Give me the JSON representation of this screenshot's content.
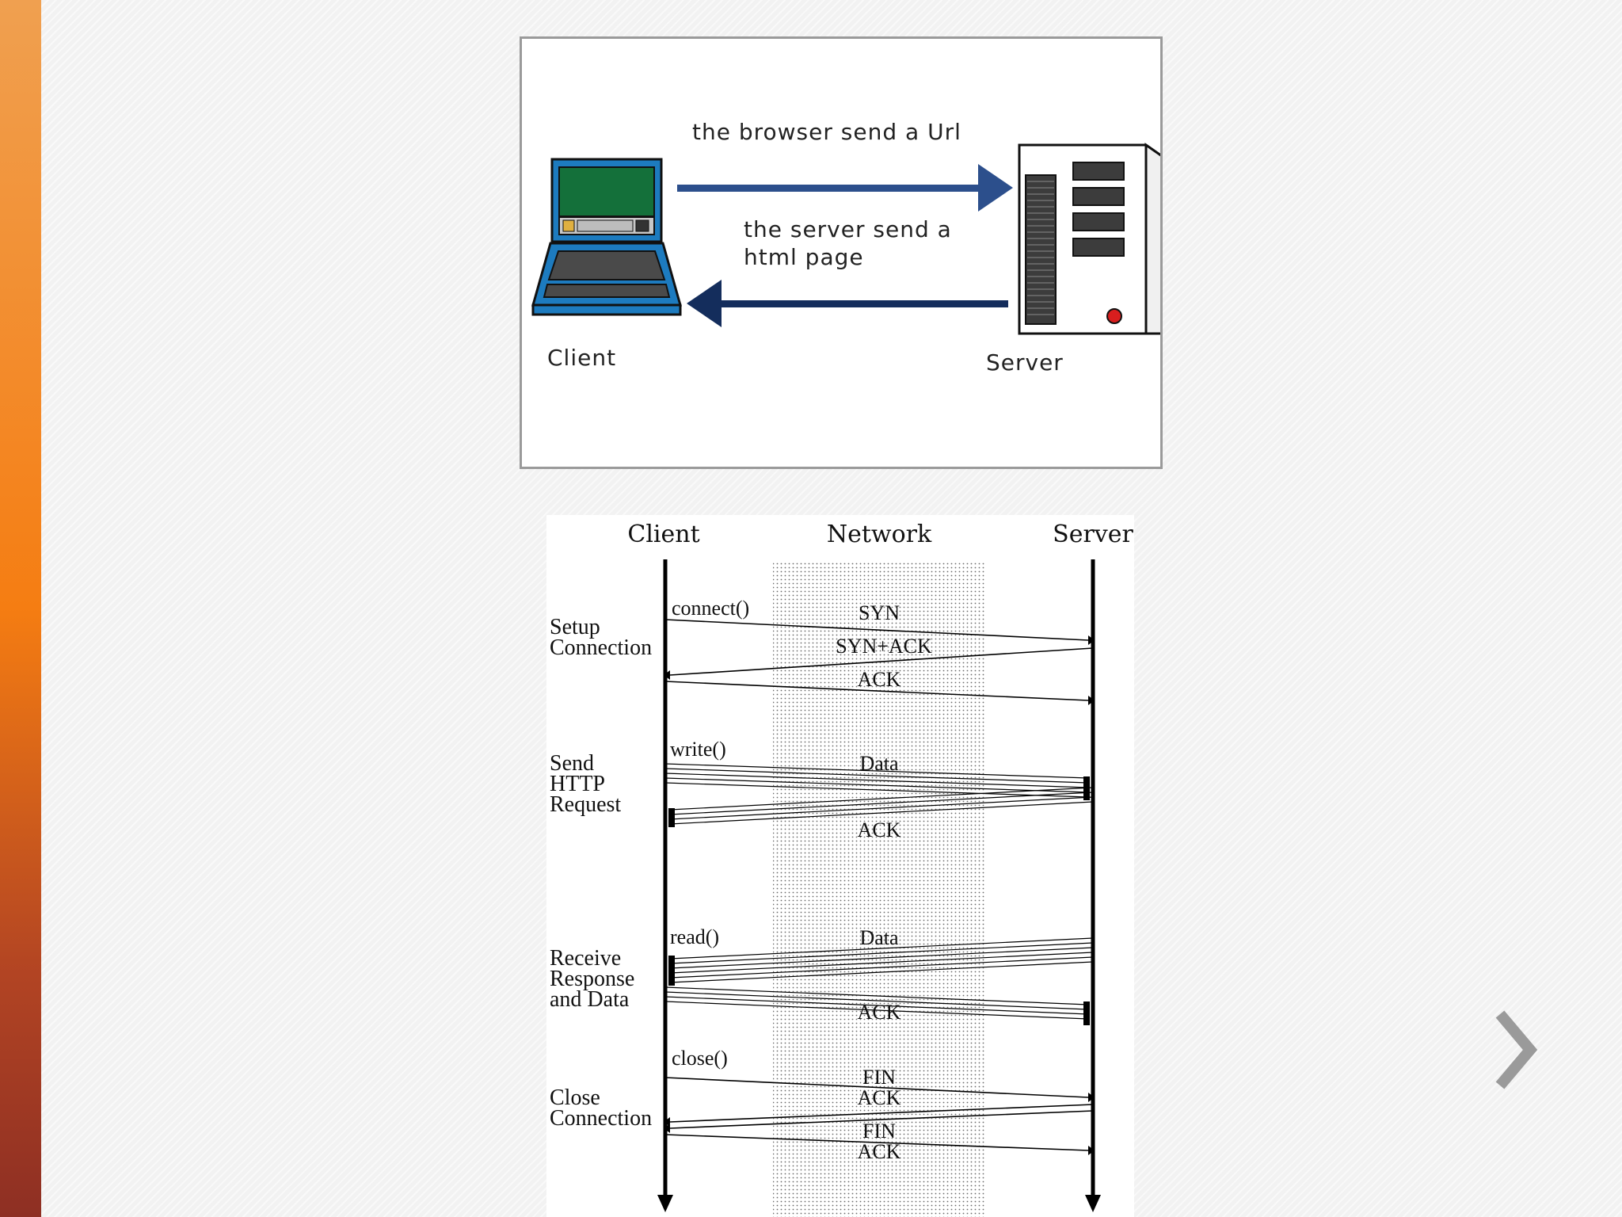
{
  "navigation": {
    "next_icon": "chevron-right-icon"
  },
  "diagram1": {
    "request_label": "the browser send a Url",
    "response_label_line1": "the server send a",
    "response_label_line2": "html page",
    "client_label": "Client",
    "server_label": "Server",
    "client_icon": "laptop-icon",
    "server_icon": "server-tower-icon"
  },
  "diagram2": {
    "headers": {
      "client": "Client",
      "network": "Network",
      "server": "Server"
    },
    "phases": {
      "setup": [
        "Setup",
        "Connection"
      ],
      "send": [
        "Send",
        "HTTP",
        "Request"
      ],
      "receive": [
        "Receive",
        "Response",
        "and Data"
      ],
      "close": [
        "Close",
        "Connection"
      ]
    },
    "calls": {
      "connect": "connect()",
      "write": "write()",
      "read": "read()",
      "close": "close()"
    },
    "messages": {
      "syn": "SYN",
      "syn_ack": "SYN+ACK",
      "ack": "ACK",
      "data": "Data",
      "fin": "FIN"
    }
  }
}
